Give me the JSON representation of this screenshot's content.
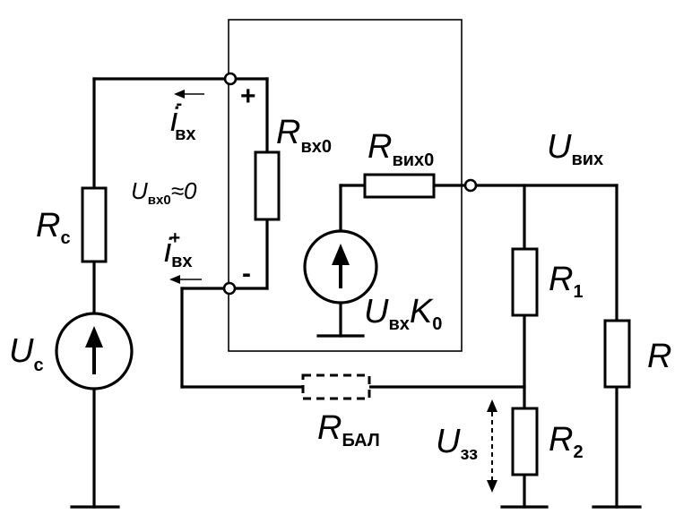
{
  "schematic": {
    "signs": {
      "plus": "+",
      "minus": "-"
    },
    "labels": {
      "r_in0": {
        "main": "R",
        "sub": "вх0"
      },
      "r_out0": {
        "main": "R",
        "sub": "вих0"
      },
      "u_out": {
        "main": "U",
        "sub": "вих"
      },
      "u_in_zero": {
        "main": "U",
        "sub": "вх0",
        "suffix": "≈0"
      },
      "i_in_minus": {
        "main": "i",
        "sub": "вх",
        "sup": "-"
      },
      "i_in_plus": {
        "main": "i",
        "sub": "вх",
        "sup": "+"
      },
      "r_s": {
        "main": "R",
        "sub": "с"
      },
      "u_s": {
        "main": "U",
        "sub": "с"
      },
      "gain_source": {
        "main1": "U",
        "sub1": "вх",
        "main2": "K",
        "sub2": "0"
      },
      "r1": {
        "main": "R",
        "sub": "1"
      },
      "r2": {
        "main": "R",
        "sub": "2"
      },
      "r": {
        "main": "R"
      },
      "r_bal": {
        "main": "R",
        "sub": "БАЛ"
      },
      "u_fb": {
        "main": "U",
        "sub": "зз"
      }
    }
  }
}
